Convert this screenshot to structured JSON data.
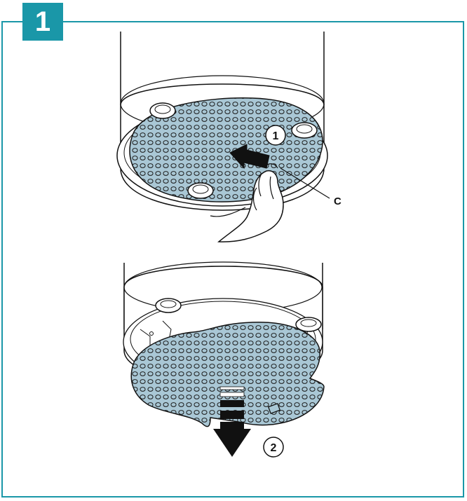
{
  "step": {
    "number": "1"
  },
  "labels": {
    "filter_release_marker": "1",
    "clip_label": "C",
    "filter_remove_marker": "2"
  },
  "colors": {
    "accent": "#1a97a8",
    "filter": "#a9c7d5",
    "outline": "#111111"
  },
  "icons": [
    "hand-pull-icon",
    "push-arrow-icon",
    "down-arrow-icon"
  ]
}
